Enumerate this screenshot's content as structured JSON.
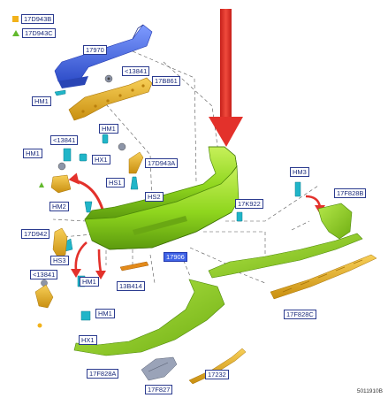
{
  "legend": [
    {
      "label": "17D943B",
      "marker": "square",
      "color": "#f2b21b"
    },
    {
      "label": "17D943C",
      "marker": "triangle",
      "color": "#62b92d"
    }
  ],
  "callouts": [
    {
      "id": "c-17970",
      "text": "17970"
    },
    {
      "id": "c-13841-top",
      "text": "<13841"
    },
    {
      "id": "c-17b861",
      "text": "17B861"
    },
    {
      "id": "c-hm1-a",
      "text": "HM1"
    },
    {
      "id": "c-hm1-b",
      "text": "HM1"
    },
    {
      "id": "c-13841-mid",
      "text": "<13841"
    },
    {
      "id": "c-hm1-c",
      "text": "HM1"
    },
    {
      "id": "c-hx1-a",
      "text": "HX1"
    },
    {
      "id": "c-17d943a",
      "text": "17D943A"
    },
    {
      "id": "c-hs1",
      "text": "HS1"
    },
    {
      "id": "c-hs2",
      "text": "HS2"
    },
    {
      "id": "c-hm2",
      "text": "HM2"
    },
    {
      "id": "c-17k922",
      "text": "17K922"
    },
    {
      "id": "c-hm3",
      "text": "HM3"
    },
    {
      "id": "c-17f828b",
      "text": "17F828B"
    },
    {
      "id": "c-17d942",
      "text": "17D942"
    },
    {
      "id": "c-hs3",
      "text": "HS3"
    },
    {
      "id": "c-17906",
      "text": "17906",
      "highlight": true
    },
    {
      "id": "c-13841-low",
      "text": "<13841"
    },
    {
      "id": "c-hm1-d",
      "text": "HM1"
    },
    {
      "id": "c-13b414",
      "text": "13B414"
    },
    {
      "id": "c-hm1-e",
      "text": "HM1"
    },
    {
      "id": "c-17f828c",
      "text": "17F828C"
    },
    {
      "id": "c-hx1-b",
      "text": "HX1"
    },
    {
      "id": "c-17f828a",
      "text": "17F828A"
    },
    {
      "id": "c-17f827",
      "text": "17F827"
    },
    {
      "id": "c-17232",
      "text": "17232"
    }
  ],
  "image_id": "5011910B",
  "colors": {
    "frame": "#3f63e6",
    "bracket": "#e0a51a",
    "bumper": "#8fd61e",
    "arrow": "#e3312b",
    "fastener": "#20b5c8",
    "stud": "#f2b21b"
  }
}
